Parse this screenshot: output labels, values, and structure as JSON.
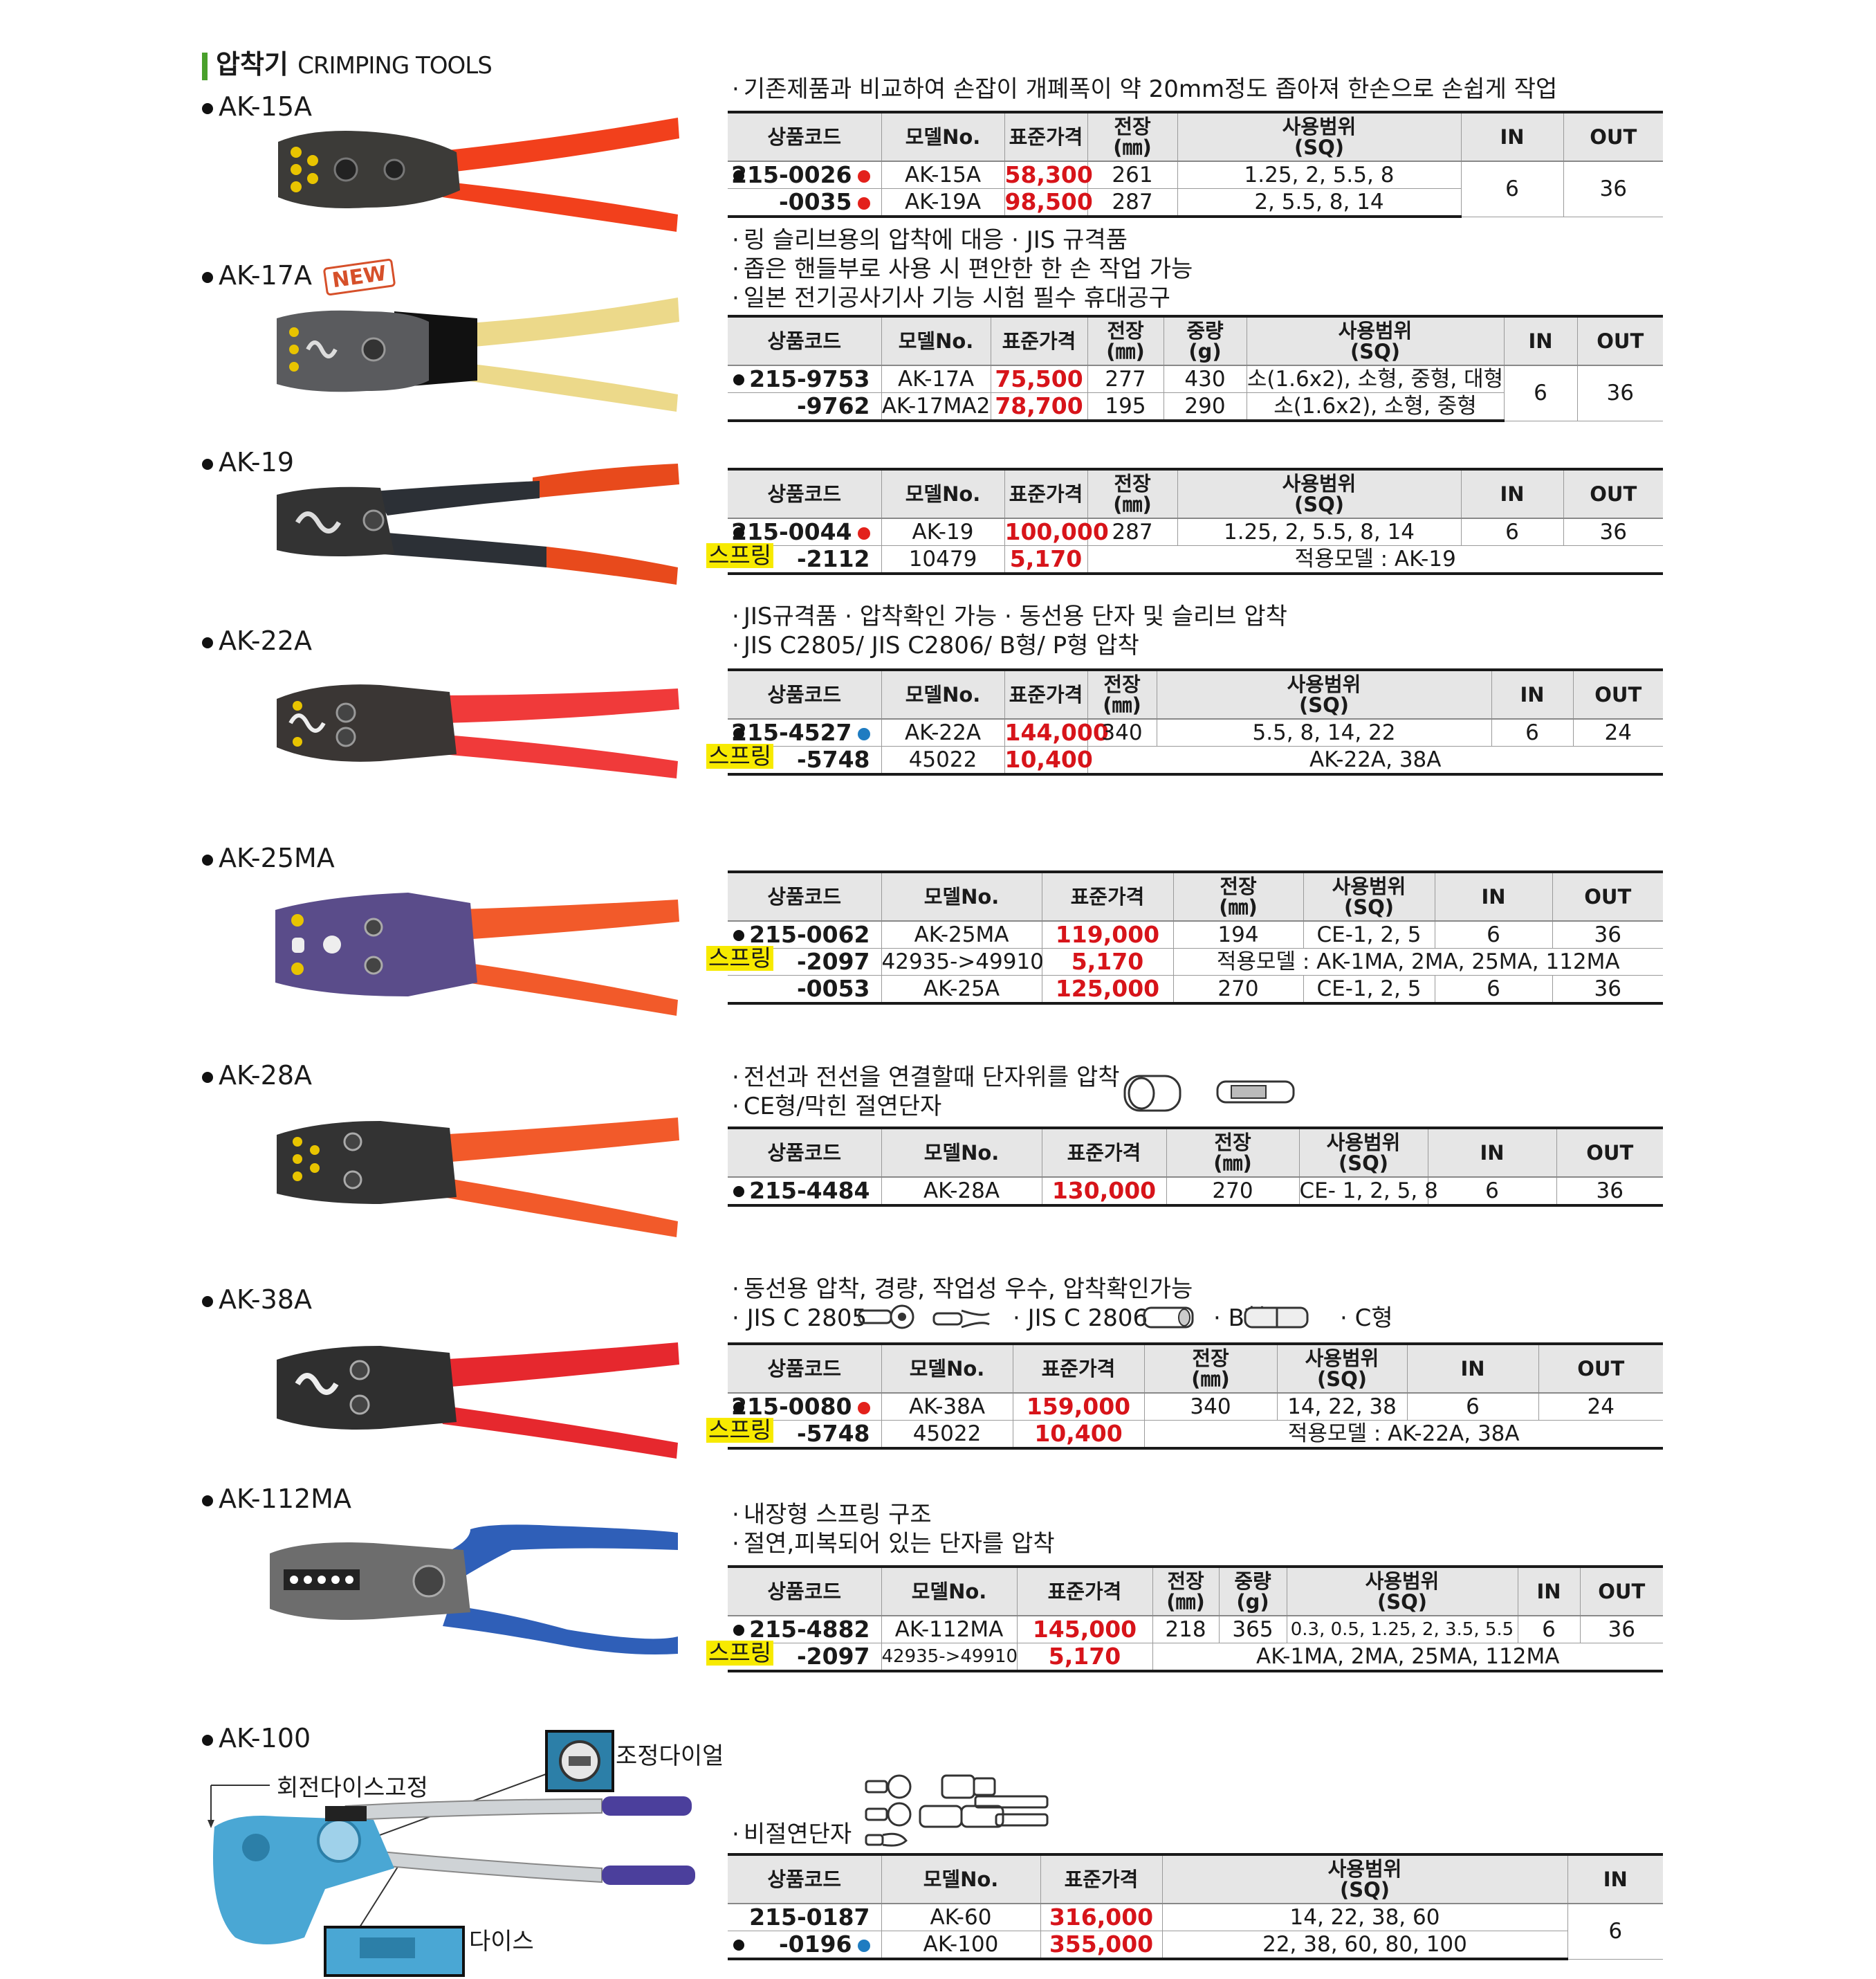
{
  "heading": {
    "kr": "압착기",
    "en": "CRIMPING TOOLS"
  },
  "header_labels": {
    "code": "상품코드",
    "model": "모델No.",
    "price": "표준가격",
    "length": "전장",
    "length_unit": "(㎜)",
    "weight": "중량",
    "weight_unit": "(g)",
    "range": "사용범위",
    "range_unit": "(SQ)",
    "in": "IN",
    "out": "OUT"
  },
  "spring_label": "스프링",
  "colors": {
    "price": "#d7141a",
    "red_dot": "#e3211b",
    "blue_dot": "#1f7cc1",
    "highlight": "#f7ea00",
    "accent": "#49a02b"
  },
  "sections": {
    "ak15a": {
      "model": "AK-15A",
      "bullets": [
        "기존제품과 비교하여 손잡이 개폐폭이 약 20mm정도 좁아져 한손으로 손쉽게 작업"
      ],
      "rows": [
        {
          "code": "215-0026",
          "model": "AK-15A",
          "price": "58,300",
          "length": "261",
          "range": "1.25, 2, 5.5, 8"
        },
        {
          "code": "-0035",
          "model": "AK-19A",
          "price": "98,500",
          "length": "287",
          "range": "2, 5.5, 8, 14"
        }
      ],
      "in": "6",
      "out": "36"
    },
    "ak17a": {
      "model": "AK-17A",
      "badge": "NEW",
      "bullets": [
        "링 슬리브용의 압착에 대응    · JIS 규격품",
        "좁은 핸들부로 사용 시 편안한 한 손 작업 가능",
        "일본 전기공사기사 기능 시험 필수 휴대공구"
      ],
      "rows": [
        {
          "code": "215-9753",
          "model": "AK-17A",
          "price": "75,500",
          "length": "277",
          "weight": "430",
          "range": "소(1.6x2), 소형, 중형, 대형"
        },
        {
          "code": "-9762",
          "model": "AK-17MA2",
          "price": "78,700",
          "length": "195",
          "weight": "290",
          "range": "소(1.6x2), 소형, 중형"
        }
      ],
      "in": "6",
      "out": "36"
    },
    "ak19": {
      "model": "AK-19",
      "rows": [
        {
          "code": "215-0044",
          "model": "AK-19",
          "price": "100,000",
          "length": "287",
          "range": "1.25, 2, 5.5, 8, 14",
          "in": "6",
          "out": "36"
        },
        {
          "code": "-2112",
          "model": "10479",
          "price": "5,170",
          "note": "적용모델 : AK-19"
        }
      ]
    },
    "ak22a": {
      "model": "AK-22A",
      "bullets": [
        "JIS규격품      · 압착확인 가능      · 동선용 단자 및 슬리브 압착",
        "JIS C2805/ JIS C2806/ B형/ P형 압착"
      ],
      "rows": [
        {
          "code": "215-4527",
          "model": "AK-22A",
          "price": "144,000",
          "length": "340",
          "range": "5.5, 8, 14, 22",
          "in": "6",
          "out": "24"
        },
        {
          "code": "-5748",
          "model": "45022",
          "price": "10,400",
          "note": "AK-22A, 38A"
        }
      ]
    },
    "ak25ma": {
      "model": "AK-25MA",
      "rows": [
        {
          "code": "215-0062",
          "model": "AK-25MA",
          "price": "119,000",
          "length": "194",
          "range": "CE-1, 2, 5",
          "in": "6",
          "out": "36"
        },
        {
          "code": "-2097",
          "model": "42935->49910",
          "price": "5,170",
          "note": "적용모델 : AK-1MA, 2MA, 25MA, 112MA"
        },
        {
          "code": "-0053",
          "model": "AK-25A",
          "price": "125,000",
          "length": "270",
          "range": "CE-1, 2, 5",
          "in": "6",
          "out": "36"
        }
      ]
    },
    "ak28a": {
      "model": "AK-28A",
      "bullets": [
        "전선과 전선을 연결할때 단자위를 압착",
        "CE형/막힌 절연단자"
      ],
      "rows": [
        {
          "code": "215-4484",
          "model": "AK-28A",
          "price": "130,000",
          "length": "270",
          "range": "CE- 1, 2, 5, 8",
          "in": "6",
          "out": "36"
        }
      ]
    },
    "ak38a": {
      "model": "AK-38A",
      "bullets": [
        "동선용 압착, 경량, 작업성 우수, 압착확인가능"
      ],
      "line2": {
        "a": "JIS C 2805",
        "b": "JIS C 2806",
        "c": "B형",
        "d": "C형"
      },
      "rows": [
        {
          "code": "215-0080",
          "model": "AK-38A",
          "price": "159,000",
          "length": "340",
          "range": "14, 22, 38",
          "in": "6",
          "out": "24"
        },
        {
          "code": "-5748",
          "model": "45022",
          "price": "10,400",
          "note": "적용모델 : AK-22A, 38A"
        }
      ]
    },
    "ak112ma": {
      "model": "AK-112MA",
      "bullets": [
        "내장형 스프링 구조",
        "절연,피복되어 있는 단자를 압착"
      ],
      "rows": [
        {
          "code": "215-4882",
          "model": "AK-112MA",
          "price": "145,000",
          "length": "218",
          "weight": "365",
          "range": "0.3, 0.5, 1.25, 2, 3.5, 5.5",
          "in": "6",
          "out": "36"
        },
        {
          "code": "-2097",
          "model": "42935->49910",
          "price": "5,170",
          "note": "AK-1MA, 2MA, 25MA, 112MA"
        }
      ]
    },
    "ak100": {
      "model": "AK-100",
      "label_rotate": "회전다이스고정",
      "label_dial": "조정다이얼",
      "label_dies": "다이스",
      "bullets": [
        "비절연단자"
      ],
      "rows": [
        {
          "code": "215-0187",
          "model": "AK-60",
          "price": "316,000",
          "range": "14, 22, 38, 60"
        },
        {
          "code": "-0196",
          "model": "AK-100",
          "price": "355,000",
          "range": "22, 38, 60, 80, 100"
        }
      ],
      "in": "6"
    }
  }
}
